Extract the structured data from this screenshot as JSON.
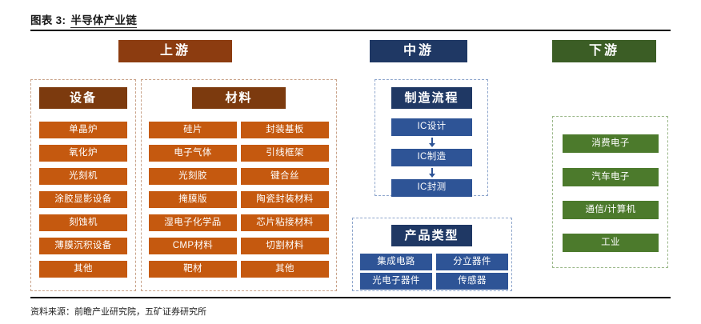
{
  "title": {
    "prefix": "图表 3:",
    "text": "半导体产业链"
  },
  "source": {
    "label": "资料来源：前瞻产业研究院，五矿证券研究所"
  },
  "colors": {
    "upstream_header": "#8c3c10",
    "upstream_group_header": "#7c3a0e",
    "upstream_item": "#c5590f",
    "midstream_header": "#1f3864",
    "midstream_group_header": "#1f3864",
    "midstream_item": "#2e5496",
    "downstream_header": "#3b5d25",
    "downstream_item": "#4c7a2c",
    "frame_brown": "#c9a38a",
    "frame_blue": "#8ea6cc",
    "frame_green": "#9bb88a",
    "rule": "#000000"
  },
  "stages": {
    "upstream": {
      "label": "上游"
    },
    "midstream": {
      "label": "中游"
    },
    "downstream": {
      "label": "下游"
    }
  },
  "groups": {
    "equipment": {
      "label": "设备",
      "items": [
        "单晶炉",
        "氧化炉",
        "光刻机",
        "涂胶显影设备",
        "刻蚀机",
        "薄膜沉积设备",
        "其他"
      ]
    },
    "materials": {
      "label": "材料",
      "items_left": [
        "硅片",
        "电子气体",
        "光刻胶",
        "掩膜版",
        "湿电子化学品",
        "CMP材料",
        "靶材"
      ],
      "items_right": [
        "封装基板",
        "引线框架",
        "键合丝",
        "陶瓷封装材料",
        "芯片粘接材料",
        "切割材料",
        "其他"
      ]
    },
    "manufacturing_flow": {
      "label": "制造流程",
      "steps": [
        "IC设计",
        "IC制造",
        "IC封测"
      ]
    },
    "product_types": {
      "label": "产品类型",
      "items": [
        "集成电路",
        "分立器件",
        "光电子器件",
        "传感器"
      ]
    },
    "applications": {
      "label": "",
      "items": [
        "消费电子",
        "汽车电子",
        "通信/计算机",
        "工业"
      ]
    }
  }
}
